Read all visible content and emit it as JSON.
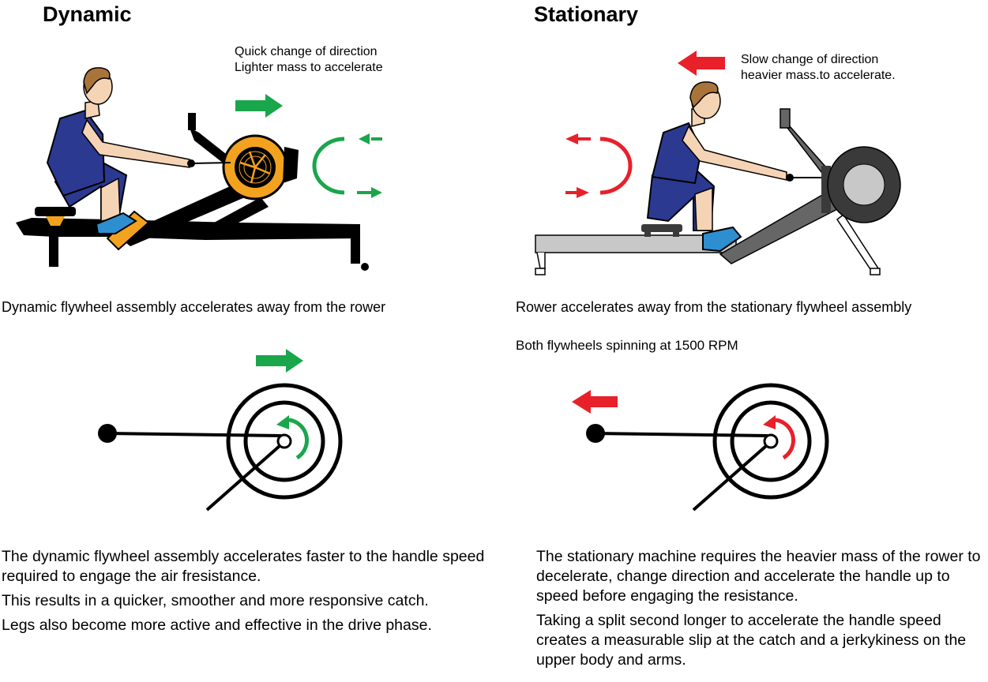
{
  "left": {
    "title": "Dynamic",
    "note_line1": "Quick change of direction",
    "note_line2": "Lighter mass to accelerate",
    "caption": "Dynamic flywheel assembly accelerates away from the rower",
    "para1": "The dynamic flywheel assembly accelerates faster to the handle speed required to engage the air fresistance.",
    "para2": "This results in a quicker, smoother and more responsive catch.",
    "para3": "Legs also become more active and effective in the drive phase."
  },
  "right": {
    "title": "Stationary",
    "note_line1": "Slow change of direction",
    "note_line2": "heavier mass.to accelerate.",
    "caption": "Rower accelerates away from the stationary flywheel assembly",
    "rpm_note": "Both flywheels spinning at 1500 RPM",
    "para1": "The stationary machine requires the heavier mass of the rower to decelerate, change direction and accelerate the handle up to speed before engaging the resistance.",
    "para2": "Taking a split second longer to accelerate the handle speed creates a measurable slip at the catch and a jerkykiness on the upper body and arms."
  },
  "colors": {
    "green": "#1aa64b",
    "red": "#e8202a",
    "orange": "#f3a21f",
    "navy": "#2b3990",
    "skin": "#f5d3b5",
    "hair": "#a9743a",
    "blue_shoe": "#2e8fd0",
    "gray_dark": "#3a3a3a",
    "gray_mid": "#666666",
    "gray_light": "#c8c8c8"
  },
  "icons": {
    "green_arrow": "arrow-right-icon",
    "red_arrow": "arrow-left-icon",
    "flywheel": "flywheel-diagram"
  }
}
